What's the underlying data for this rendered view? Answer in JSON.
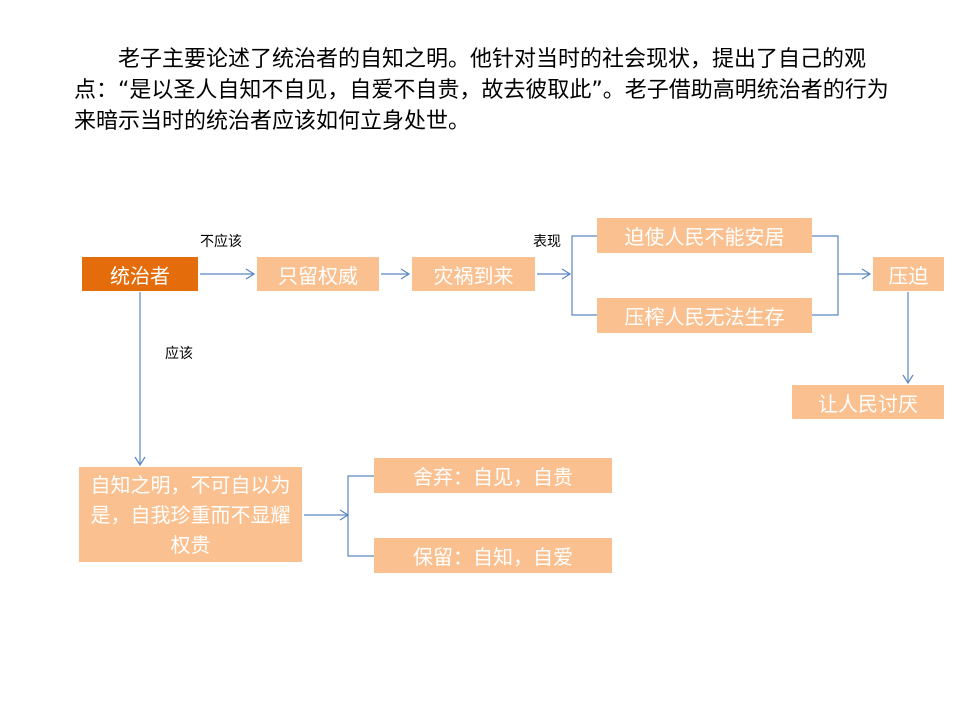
{
  "intro": "老子主要论述了统治者的自知之明。他针对当时的社会现状，提出了自己的观点：“是以圣人自知不自见，自爱不自贵，故去彼取此”。老子借助高明统治者的行为来暗示当时的统治者应该如何立身处世。",
  "nodes": {
    "ruler": "统治者",
    "keep_power": "只留权威",
    "disaster": "灾祸到来",
    "force_people": "迫使人民不能安居",
    "squeeze_people": "压榨人民无法生存",
    "oppression": "压迫",
    "people_hate": "让人民讨厌",
    "self_knowledge": "自知之明，不可自以为是，自我珍重而不显耀权贵",
    "abandon": "舍弃：自见，自贵",
    "retain": "保留：自知，自爱"
  },
  "labels": {
    "should_not": "不应该",
    "manifest": "表现",
    "should": "应该"
  },
  "colors": {
    "dark": "#E46C0A",
    "light": "#FAC090",
    "line": "#4F81BD"
  }
}
